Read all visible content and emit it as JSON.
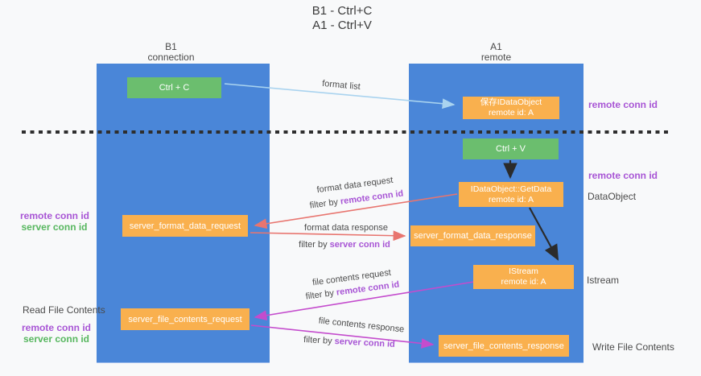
{
  "title": {
    "line1": "B1 - Ctrl+C",
    "line2": "A1 - Ctrl+V"
  },
  "lanes": {
    "left": {
      "name": "B1",
      "role": "connection"
    },
    "right": {
      "name": "A1",
      "role": "remote"
    }
  },
  "nodes": {
    "ctrl_c": "Ctrl + C",
    "ctrl_v": "Ctrl + V",
    "save_idataobject_line1": "保存IDataObject",
    "save_idataobject_line2": "remote id: A",
    "getdata_line1": "IDataObject::GetData",
    "getdata_line2": "remote id: A",
    "istream_line1": "IStream",
    "istream_line2": "remote id: A",
    "server_format_data_request": "server_format_data_request",
    "server_format_data_response": "server_format_data_response",
    "server_file_contents_request": "server_file_contents_request",
    "server_file_contents_response": "server_file_contents_response"
  },
  "edge_labels": {
    "format_list": "format list",
    "format_data_request": "format data request",
    "format_data_response": "format data response",
    "file_contents_request": "file contents request",
    "file_contents_response": "file contents response",
    "filter_by": "filter by"
  },
  "conn_ids": {
    "remote": "remote conn id",
    "server": "server conn id"
  },
  "side_labels": {
    "read_file_contents": "Read File Contents",
    "write_file_contents": "Write File Contents",
    "dataobject": "DataObject",
    "istream": "Istream",
    "remote_conn_id": "remote conn id",
    "server_conn_id": "server conn id"
  },
  "colors": {
    "lane_blue": "#4a86d8",
    "node_green": "#6bbe6e",
    "node_orange": "#f9b04e",
    "arrow_red": "#e8756f",
    "arrow_magenta": "#c44ccd",
    "arrow_lightblue": "#a9d3ef",
    "arrow_black": "#2b2b2b",
    "dashed_separator": "#2e2e2e",
    "text_purple": "#a855d5",
    "text_green": "#57b75f"
  }
}
